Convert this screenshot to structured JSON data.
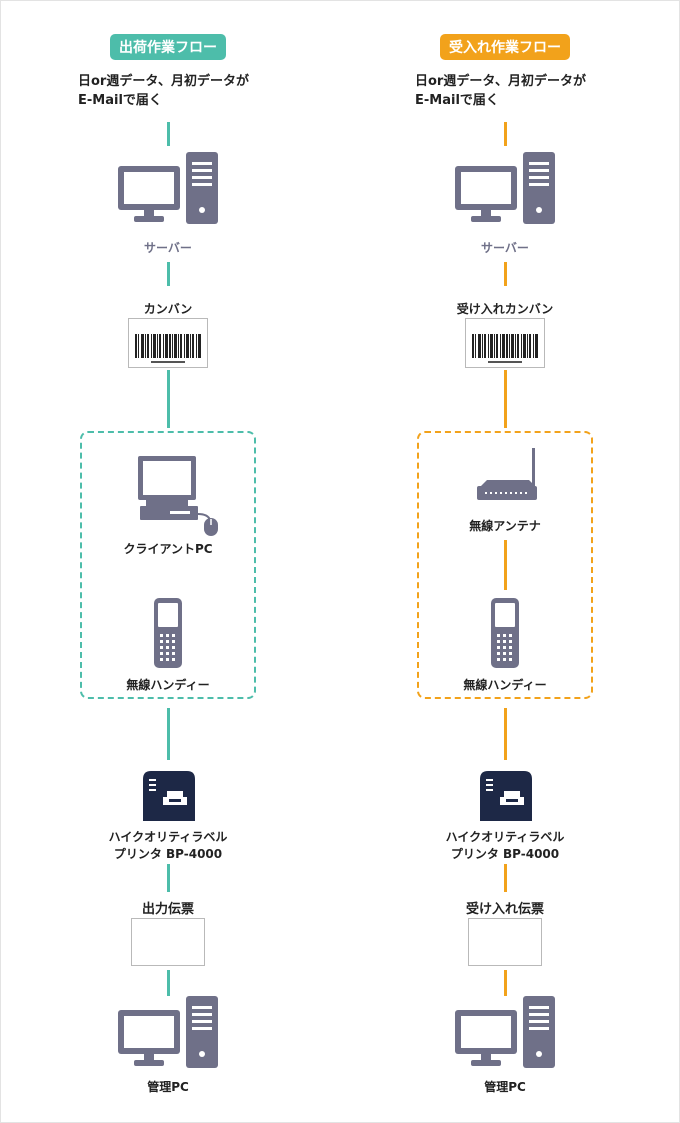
{
  "colors": {
    "teal": "#4dbdaa",
    "orange": "#f2a21b",
    "icon_grey": "#6f7088",
    "printer_navy": "#1d2846"
  },
  "left": {
    "title": "出荷作業フロー",
    "intro_line1": "日or週データ、月初データが",
    "intro_line2": "E-Mailで届く",
    "server_label": "サーバー",
    "kanban_label": "カンバン",
    "box_top_label": "クライアントPC",
    "box_bottom_label": "無線ハンディー",
    "printer_line1": "ハイクオリティラベル",
    "printer_line2": "プリンタ BP-4000",
    "slip_label": "出力伝票",
    "pc_label": "管理PC",
    "icons": [
      "server-icon",
      "kanban-barcode-icon",
      "desktop-pc-icon",
      "handy-terminal-icon",
      "label-printer-icon",
      "slip-document",
      "management-pc-icon"
    ]
  },
  "right": {
    "title": "受入れ作業フロー",
    "intro_line1": "日or週データ、月初データが",
    "intro_line2": "E-Mailで届く",
    "server_label": "サーバー",
    "kanban_label": "受け入れカンバン",
    "box_top_label": "無線アンテナ",
    "box_bottom_label": "無線ハンディー",
    "printer_line1": "ハイクオリティラベル",
    "printer_line2": "プリンタ BP-4000",
    "slip_label": "受け入れ伝票",
    "pc_label": "管理PC",
    "icons": [
      "server-icon",
      "kanban-barcode-icon",
      "wireless-antenna-icon",
      "handy-terminal-icon",
      "label-printer-icon",
      "slip-document",
      "management-pc-icon"
    ]
  }
}
